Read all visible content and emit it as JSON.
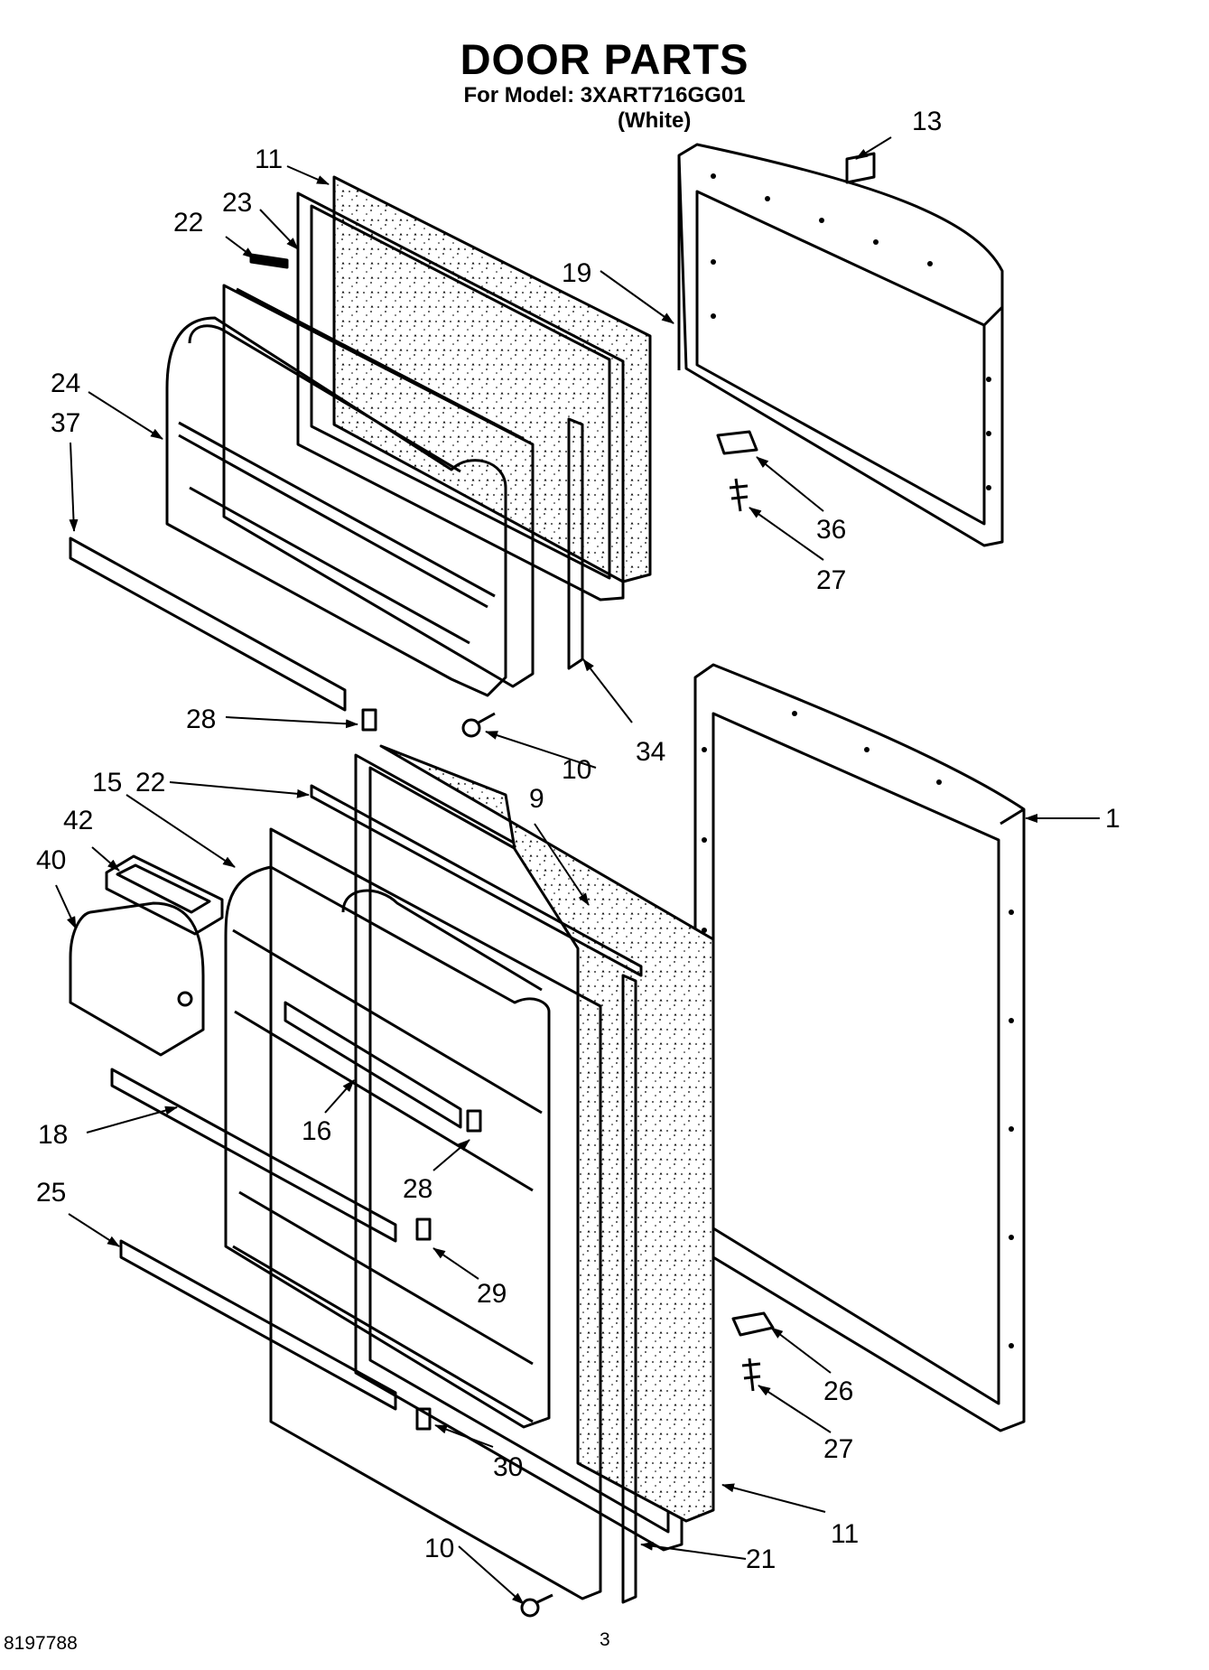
{
  "header": {
    "title": "DOOR PARTS",
    "model_line": "For Model: 3XART716GG01",
    "variant": "(White)"
  },
  "callouts": [
    "13",
    "11",
    "23",
    "22",
    "19",
    "24",
    "37",
    "36",
    "27",
    "34",
    "28",
    "10",
    "1",
    "22",
    "15",
    "9",
    "42",
    "40",
    "16",
    "18",
    "28",
    "25",
    "29",
    "26",
    "27",
    "30",
    "11",
    "10",
    "21"
  ],
  "footer": {
    "doc_number": "8197788",
    "page_number": "3"
  }
}
